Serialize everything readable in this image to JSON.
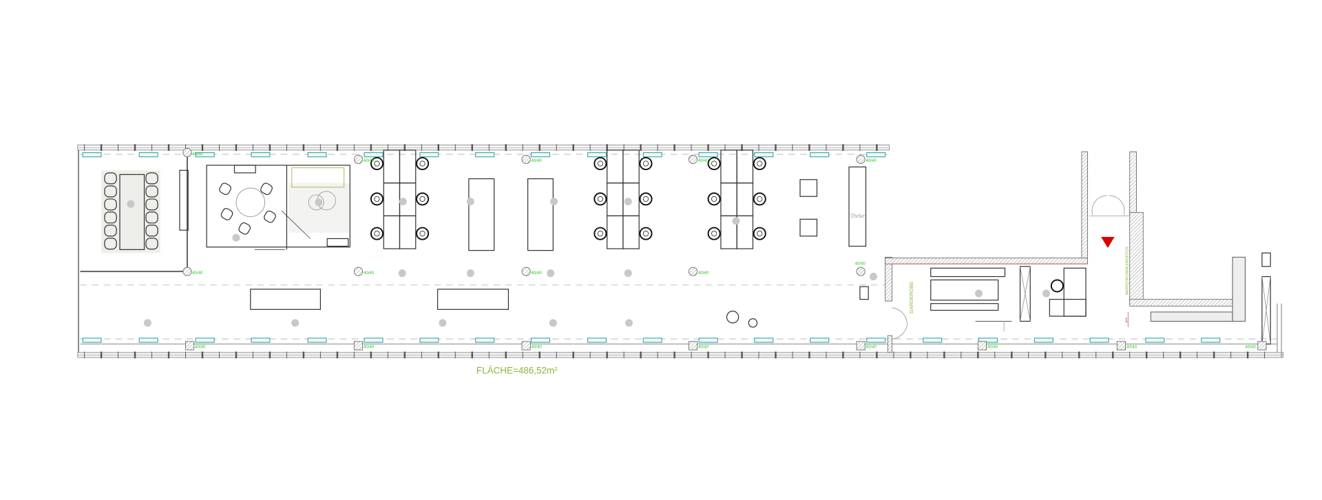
{
  "plan": {
    "area_label": "FLÄCHE=486,52m²",
    "rooms": {
      "counter": "Theke",
      "cloakroom": "GARDEROBE",
      "brand_area": "MARKENKOMMUNIKATION"
    },
    "column_label": "40/40",
    "markers": {
      "entrance_marker": "red-triangle-icon",
      "section_marker": "1"
    }
  },
  "colors": {
    "walls": "#555555",
    "windows": "#3aa5a5",
    "area_text": "#8ab73a",
    "column_labels": "#22cc22",
    "entrance_marker": "#dd0000",
    "light_points": "#c8c8c8"
  }
}
